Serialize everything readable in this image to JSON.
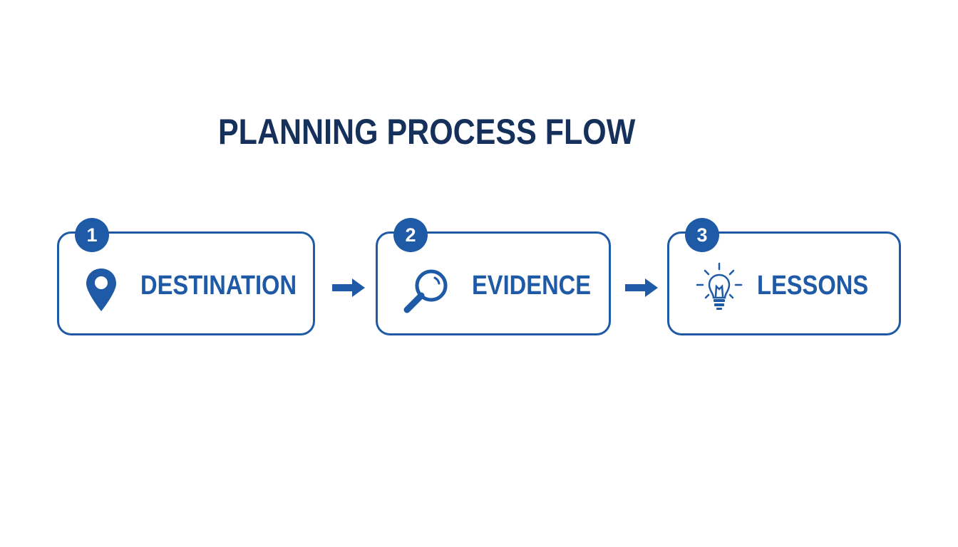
{
  "title": "PLANNING PROCESS FLOW",
  "colors": {
    "title": "#16305c",
    "accent": "#1f5aa6",
    "background": "#ffffff"
  },
  "steps": [
    {
      "number": "1",
      "label": "DESTINATION",
      "icon": "map-pin-icon"
    },
    {
      "number": "2",
      "label": "EVIDENCE",
      "icon": "magnifying-glass-icon"
    },
    {
      "number": "3",
      "label": "LESSONS",
      "icon": "lightbulb-icon"
    }
  ],
  "connectors": [
    "arrow-right-icon",
    "arrow-right-icon"
  ]
}
